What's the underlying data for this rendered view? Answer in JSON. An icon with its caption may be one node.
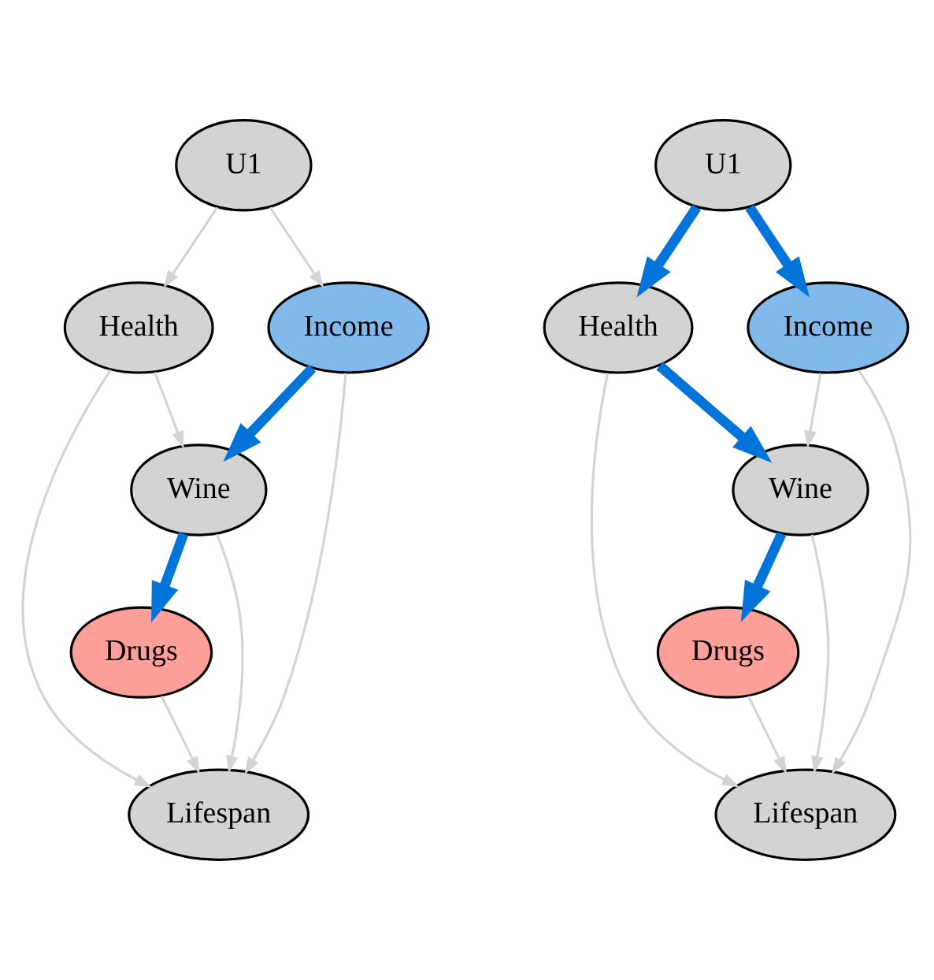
{
  "diagram": {
    "nodes": [
      {
        "text": [
          "U1"
        ]
      },
      {
        "text": [
          "Health"
        ]
      },
      {
        "text": [
          "Income"
        ]
      },
      {
        "text": [
          "Wine"
        ]
      },
      {
        "text": [
          "Drugs"
        ]
      },
      {
        "text": [
          "Lifespan"
        ]
      },
      {
        "text": [
          "U1"
        ]
      },
      {
        "text": [
          "Health"
        ]
      },
      {
        "text": [
          "Income"
        ]
      },
      {
        "text": [
          "Wine"
        ]
      },
      {
        "text": [
          "Drugs"
        ]
      },
      {
        "text": [
          "Lifespan"
        ]
      }
    ],
    "edges": [
      {
        "from": 0,
        "to": 1,
        "arrow": "to"
      },
      {
        "from": 0,
        "to": 2,
        "arrow": "to"
      },
      {
        "from": 1,
        "to": 3,
        "arrow": "to"
      },
      {
        "from": 2,
        "to": 3,
        "arrow": "to",
        "style": "thick",
        "color": "#0074d9"
      },
      {
        "from": 3,
        "to": 4,
        "arrow": "to",
        "style": "thick",
        "color": "#0074d9"
      },
      {
        "from": 1,
        "to": 5,
        "arrow": "to"
      },
      {
        "from": 3,
        "to": 5,
        "arrow": "to"
      },
      {
        "from": 4,
        "to": 5,
        "arrow": "to"
      },
      {
        "from": 2,
        "to": 5,
        "arrow": "to"
      },
      {
        "from": 6,
        "to": 7,
        "arrow": "to",
        "style": "thick",
        "color": "#0074d9"
      },
      {
        "from": 6,
        "to": 8,
        "arrow": "to",
        "style": "thick",
        "color": "#0074d9"
      },
      {
        "from": 7,
        "to": 9,
        "arrow": "to",
        "style": "thick",
        "color": "#0074d9"
      },
      {
        "from": 8,
        "to": 9,
        "arrow": "to"
      },
      {
        "from": 9,
        "to": 10,
        "arrow": "to",
        "style": "thick",
        "color": "#0074d9"
      },
      {
        "from": 7,
        "to": 11,
        "arrow": "to"
      },
      {
        "from": 9,
        "to": 11,
        "arrow": "to"
      },
      {
        "from": 10,
        "to": 11,
        "arrow": "to"
      },
      {
        "from": 8,
        "to": 11,
        "arrow": "to"
      }
    ]
  }
}
